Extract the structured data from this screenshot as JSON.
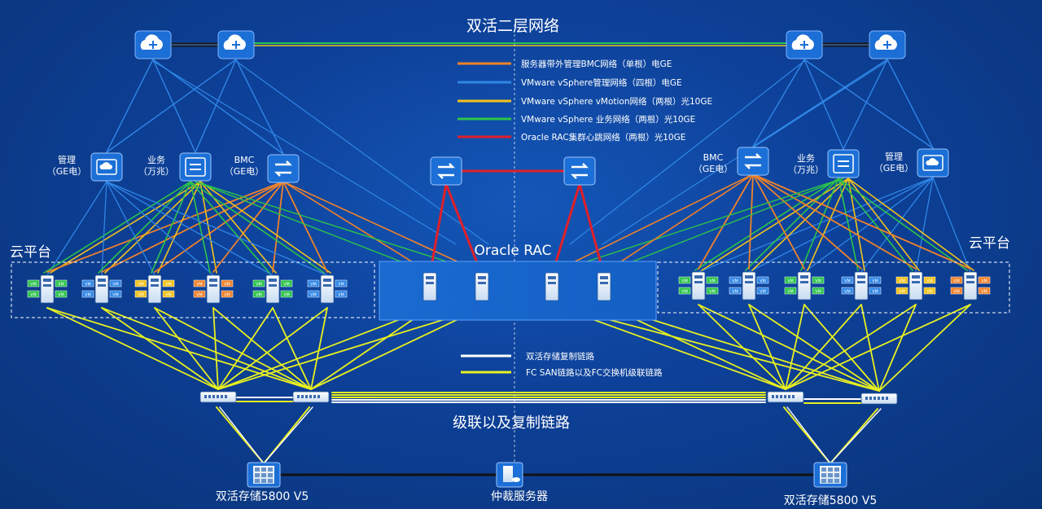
{
  "title_top": "双活二层网络",
  "legend_top": [
    {
      "label": "服务器带外管理BMC网络（单根）电GE",
      "color": "#f0822a"
    },
    {
      "label": "VMware vSphere管理网络（四根）电GE",
      "color": "#2f86e6"
    },
    {
      "label": "VMware vSphere vMotion网络（两根）光10GE",
      "color": "#f2c21a"
    },
    {
      "label": "VMware vSphere 业务网络（两根）光10GE",
      "color": "#2cc44a"
    },
    {
      "label": "Oracle RAC集群心跳网络（两根）光10GE",
      "color": "#e0202a"
    }
  ],
  "legend_bottom": [
    {
      "label": "双活存储复制链路",
      "color": "#ffffff"
    },
    {
      "label": "FC SAN链路以及FC交换机级联链路",
      "color": "#e8f020"
    }
  ],
  "left_switches": [
    {
      "line1": "管理",
      "line2": "（GE电）"
    },
    {
      "line1": "业务",
      "line2": "（万兆）"
    },
    {
      "line1": "BMC",
      "line2": "（GE电）"
    }
  ],
  "right_switches": [
    {
      "line1": "BMC",
      "line2": "（GE电）"
    },
    {
      "line1": "业务",
      "line2": "（万兆）"
    },
    {
      "line1": "管理",
      "line2": "（GE电）"
    }
  ],
  "cloud_platform_left": "云平台",
  "cloud_platform_right": "云平台",
  "oracle_rac": "Oracle RAC",
  "cascade_label": "级联以及复制链路",
  "storage_left": "双活存储5800 V5",
  "storage_right": "双活存储5800 V5",
  "arbitration": "仲裁服务器",
  "vm_label": "VM",
  "colors": {
    "bmc": "#f0822a",
    "mgmt": "#2f86e6",
    "vmotion": "#f2c21a",
    "biz": "#2cc44a",
    "rac": "#e0202a",
    "fc": "#e8f020",
    "replication": "#ffffff"
  }
}
